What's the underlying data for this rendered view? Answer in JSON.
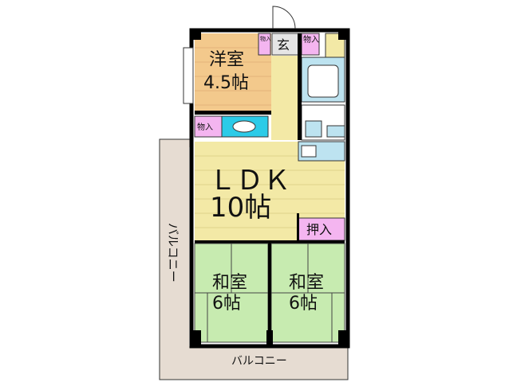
{
  "rooms": {
    "western": {
      "name": "洋室",
      "size": "4.5帖"
    },
    "ldk": {
      "name": "ＬＤＫ",
      "size": "10帖"
    },
    "japanese_left": {
      "name": "和室",
      "size": "6帖"
    },
    "japanese_right": {
      "name": "和室",
      "size": "6帖"
    },
    "entrance": "玄"
  },
  "storage": {
    "closet_entry_left": "物入",
    "closet_entry_right": "物入",
    "closet_hall": "物入",
    "oshiire": "押入"
  },
  "balcony": {
    "side": "バルコニー",
    "bottom": "バルコニー"
  },
  "colors": {
    "wood_floor": "#f3e9a6",
    "western_floor": "#f3c98c",
    "tatami": "#c7ebb0",
    "storage": "#f4b5f0",
    "wet_area": "#bde3f0",
    "toilet": "#2ccbe8",
    "balcony": "#e6dcd2",
    "wall": "#000000"
  }
}
